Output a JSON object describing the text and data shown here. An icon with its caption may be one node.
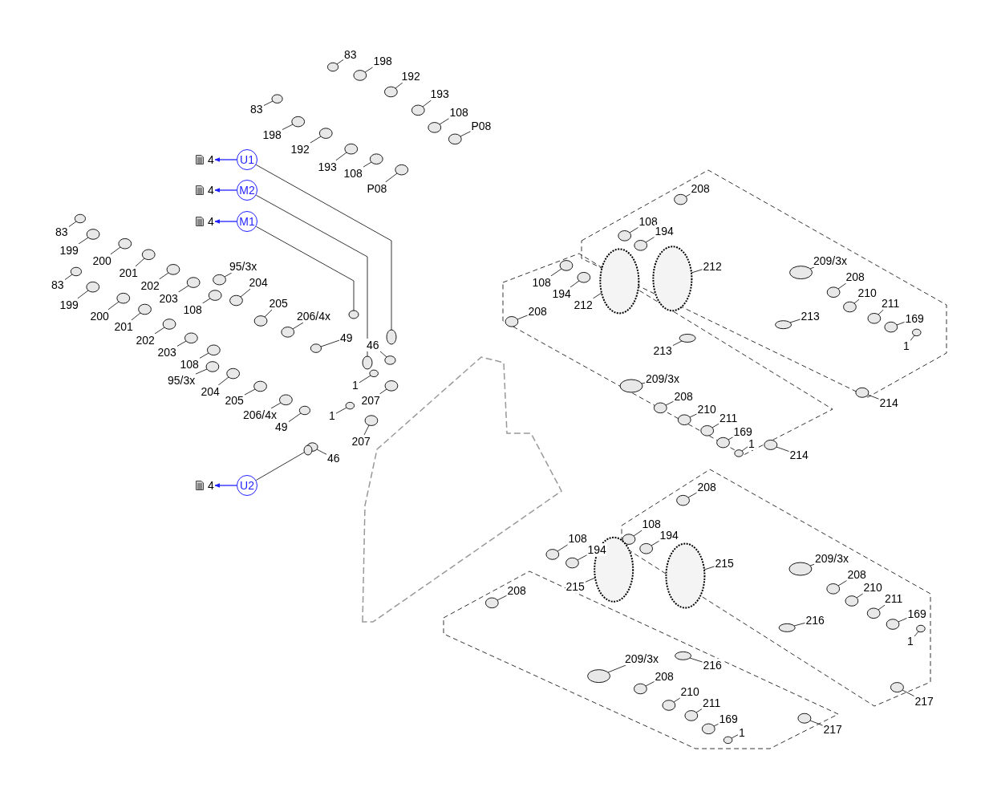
{
  "diagram": {
    "nodes": [
      {
        "text": [
          "83"
        ]
      },
      {
        "text": [
          "198"
        ]
      },
      {
        "text": [
          "192"
        ]
      },
      {
        "text": [
          "193"
        ]
      },
      {
        "text": [
          "108"
        ]
      },
      {
        "text": [
          "P08"
        ]
      },
      {
        "text": [
          "83"
        ]
      },
      {
        "text": [
          "198"
        ]
      },
      {
        "text": [
          "192"
        ]
      },
      {
        "text": [
          "193"
        ]
      },
      {
        "text": [
          "108"
        ]
      },
      {
        "text": [
          "P08"
        ]
      },
      {
        "text": [
          "4"
        ]
      },
      {
        "text": [
          "U1"
        ]
      },
      {
        "text": [
          "4"
        ]
      },
      {
        "text": [
          "M2"
        ]
      },
      {
        "text": [
          "4"
        ]
      },
      {
        "text": [
          "M1"
        ]
      },
      {
        "text": [
          "83"
        ]
      },
      {
        "text": [
          "199"
        ]
      },
      {
        "text": [
          "200"
        ]
      },
      {
        "text": [
          "201"
        ]
      },
      {
        "text": [
          "202"
        ]
      },
      {
        "text": [
          "95/3x"
        ]
      },
      {
        "text": [
          "204"
        ]
      },
      {
        "text": [
          "203"
        ]
      },
      {
        "text": [
          "108"
        ]
      },
      {
        "text": [
          "205"
        ]
      },
      {
        "text": [
          "206/4x"
        ]
      },
      {
        "text": [
          "49"
        ]
      },
      {
        "text": [
          "46"
        ]
      },
      {
        "text": [
          "83"
        ]
      },
      {
        "text": [
          "199"
        ]
      },
      {
        "text": [
          "200"
        ]
      },
      {
        "text": [
          "201"
        ]
      },
      {
        "text": [
          "202"
        ]
      },
      {
        "text": [
          "203"
        ]
      },
      {
        "text": [
          "108"
        ]
      },
      {
        "text": [
          "1"
        ]
      },
      {
        "text": [
          "95/3x"
        ]
      },
      {
        "text": [
          "207"
        ]
      },
      {
        "text": [
          "204"
        ]
      },
      {
        "text": [
          "205"
        ]
      },
      {
        "text": [
          "206/4x"
        ]
      },
      {
        "text": [
          "1"
        ]
      },
      {
        "text": [
          "49"
        ]
      },
      {
        "text": [
          "207"
        ]
      },
      {
        "text": [
          "46"
        ]
      },
      {
        "text": [
          "4"
        ]
      },
      {
        "text": [
          "U2"
        ]
      },
      {
        "text": [
          "208"
        ]
      },
      {
        "text": [
          "108"
        ]
      },
      {
        "text": [
          "194"
        ]
      },
      {
        "text": [
          "209/3x"
        ]
      },
      {
        "text": [
          "212"
        ]
      },
      {
        "text": [
          "208"
        ]
      },
      {
        "text": [
          "108"
        ]
      },
      {
        "text": [
          "194"
        ]
      },
      {
        "text": [
          "210"
        ]
      },
      {
        "text": [
          "211"
        ]
      },
      {
        "text": [
          "212"
        ]
      },
      {
        "text": [
          "208"
        ]
      },
      {
        "text": [
          "213"
        ]
      },
      {
        "text": [
          "169"
        ]
      },
      {
        "text": [
          "1"
        ]
      },
      {
        "text": [
          "213"
        ]
      },
      {
        "text": [
          "209/3x"
        ]
      },
      {
        "text": [
          "208"
        ]
      },
      {
        "text": [
          "214"
        ]
      },
      {
        "text": [
          "210"
        ]
      },
      {
        "text": [
          "211"
        ]
      },
      {
        "text": [
          "169"
        ]
      },
      {
        "text": [
          "1"
        ]
      },
      {
        "text": [
          "214"
        ]
      },
      {
        "text": [
          "208"
        ]
      },
      {
        "text": [
          "108"
        ]
      },
      {
        "text": [
          "194"
        ]
      },
      {
        "text": [
          "108"
        ]
      },
      {
        "text": [
          "194"
        ]
      },
      {
        "text": [
          "209/3x"
        ]
      },
      {
        "text": [
          "215"
        ]
      },
      {
        "text": [
          "215"
        ]
      },
      {
        "text": [
          "208"
        ]
      },
      {
        "text": [
          "208"
        ]
      },
      {
        "text": [
          "210"
        ]
      },
      {
        "text": [
          "211"
        ]
      },
      {
        "text": [
          "169"
        ]
      },
      {
        "text": [
          "216"
        ]
      },
      {
        "text": [
          "1"
        ]
      },
      {
        "text": [
          "209/3x"
        ]
      },
      {
        "text": [
          "216"
        ]
      },
      {
        "text": [
          "208"
        ]
      },
      {
        "text": [
          "210"
        ]
      },
      {
        "text": [
          "211"
        ]
      },
      {
        "text": [
          "217"
        ]
      },
      {
        "text": [
          "169"
        ]
      },
      {
        "text": [
          "217"
        ]
      },
      {
        "text": [
          "1"
        ]
      },
      {
        "text": [],
        "shape": "circle"
      },
      {
        "text": [],
        "shape": "circle"
      },
      {
        "text": [],
        "shape": "circle"
      },
      {
        "text": [],
        "shape": "circle"
      },
      {
        "text": [],
        "shape": "circle"
      },
      {
        "text": [],
        "shape": "circle"
      },
      {
        "text": [],
        "shape": "circle"
      },
      {
        "text": [],
        "shape": "circle"
      },
      {
        "text": [],
        "shape": "circle"
      },
      {
        "text": [],
        "shape": "circle"
      },
      {
        "text": [],
        "shape": "circle"
      },
      {
        "text": [],
        "shape": "circle"
      },
      {
        "text": [],
        "shape": "circle"
      },
      {
        "text": [],
        "shape": "circle"
      },
      {
        "text": [],
        "shape": "circle"
      },
      {
        "text": [],
        "shape": "circle"
      },
      {
        "text": [],
        "shape": "circle"
      },
      {
        "text": [],
        "shape": "circle"
      },
      {
        "text": [],
        "shape": "circle"
      },
      {
        "text": [],
        "shape": "circle"
      },
      {
        "text": [],
        "shape": "circle"
      },
      {
        "text": [],
        "shape": "circle"
      },
      {
        "text": [],
        "shape": "circle"
      },
      {
        "text": [],
        "shape": "circle"
      },
      {
        "text": [],
        "shape": "circle"
      },
      {
        "text": [],
        "shape": "circle"
      },
      {
        "text": [],
        "shape": "circle"
      },
      {
        "text": [],
        "shape": "circle"
      },
      {
        "text": [],
        "shape": "circle"
      },
      {
        "text": [],
        "shape": "circle"
      },
      {
        "text": [],
        "shape": "circle"
      },
      {
        "text": [],
        "shape": "circle"
      },
      {
        "text": [],
        "shape": "circle"
      },
      {
        "text": [],
        "shape": "circle"
      },
      {
        "text": [],
        "shape": "circle"
      },
      {
        "text": [],
        "shape": "circle"
      },
      {
        "text": [],
        "shape": "circle"
      },
      {
        "text": [],
        "shape": "circle"
      },
      {
        "text": [],
        "shape": "circle"
      },
      {
        "text": [],
        "shape": "circle"
      },
      {
        "text": [],
        "shape": "circle"
      },
      {
        "text": [],
        "shape": "circle"
      },
      {
        "text": [],
        "shape": "circle"
      },
      {
        "text": [],
        "shape": "circle"
      },
      {
        "text": [],
        "shape": "circle"
      },
      {
        "text": [],
        "shape": "circle"
      },
      {
        "text": [],
        "shape": "circle"
      },
      {
        "text": [],
        "shape": "circle"
      },
      {
        "text": [],
        "shape": "circle"
      },
      {
        "text": [],
        "shape": "circle"
      },
      {
        "text": [],
        "shape": "circle"
      },
      {
        "text": [],
        "shape": "circle"
      },
      {
        "text": [],
        "shape": "circle"
      },
      {
        "text": [],
        "shape": "circle"
      },
      {
        "text": [],
        "shape": "circle"
      },
      {
        "text": [],
        "shape": "circle"
      },
      {
        "text": [],
        "shape": "circle"
      },
      {
        "text": [],
        "shape": "circle"
      },
      {
        "text": [],
        "shape": "circle"
      },
      {
        "text": [],
        "shape": "circle"
      },
      {
        "text": [],
        "shape": "circle"
      },
      {
        "text": [],
        "shape": "circle"
      },
      {
        "text": [],
        "shape": "circle"
      },
      {
        "text": [],
        "shape": "circle"
      },
      {
        "text": [],
        "shape": "circle"
      },
      {
        "text": [],
        "shape": "circle"
      },
      {
        "text": [],
        "shape": "circle"
      },
      {
        "text": [],
        "shape": "circle"
      },
      {
        "text": [],
        "shape": "circle"
      },
      {
        "text": [],
        "shape": "circle"
      },
      {
        "text": [],
        "shape": "circle"
      },
      {
        "text": [],
        "shape": "circle"
      },
      {
        "text": [],
        "shape": "circle"
      },
      {
        "text": [],
        "shape": "circle"
      },
      {
        "text": [],
        "shape": "circle"
      },
      {
        "text": [],
        "shape": "circle"
      },
      {
        "text": [],
        "shape": "circle"
      },
      {
        "text": [],
        "shape": "circle"
      },
      {
        "text": [],
        "shape": "circle"
      },
      {
        "text": [],
        "shape": "circle"
      },
      {
        "text": [],
        "shape": "circle"
      },
      {
        "text": [],
        "shape": "circle"
      },
      {
        "text": [],
        "shape": "circle"
      },
      {
        "text": [],
        "shape": "circle"
      },
      {
        "text": [],
        "shape": "circle"
      },
      {
        "text": [],
        "shape": "circle"
      },
      {
        "text": [],
        "shape": "circle"
      },
      {
        "text": [],
        "shape": "circle"
      },
      {
        "text": [],
        "shape": "circle"
      },
      {
        "text": [],
        "shape": "circle"
      },
      {
        "text": [],
        "shape": "circle"
      },
      {
        "text": [],
        "shape": "circle"
      },
      {
        "text": [],
        "shape": "circle"
      },
      {
        "text": [],
        "shape": "circle"
      }
    ],
    "edges": [
      {
        "from": 0,
        "to": 98,
        "arrow": "none"
      },
      {
        "from": 1,
        "to": 99,
        "arrow": "none"
      },
      {
        "from": 2,
        "to": 100,
        "arrow": "none"
      },
      {
        "from": 3,
        "to": 101,
        "arrow": "none"
      },
      {
        "from": 4,
        "to": 102,
        "arrow": "none"
      },
      {
        "from": 5,
        "to": 103,
        "arrow": "none"
      },
      {
        "from": 6,
        "to": 104,
        "arrow": "none"
      },
      {
        "from": 7,
        "to": 105,
        "arrow": "none"
      },
      {
        "from": 8,
        "to": 106,
        "arrow": "none"
      },
      {
        "from": 9,
        "to": 107,
        "arrow": "none"
      },
      {
        "from": 10,
        "to": 108,
        "arrow": "none"
      },
      {
        "from": 11,
        "to": 109,
        "arrow": "none"
      },
      {
        "from": 13,
        "to": 12,
        "arrow": "to",
        "color": "#1f1fff"
      },
      {
        "from": 13,
        "to": 188,
        "arrow": "none"
      },
      {
        "from": 15,
        "to": 14,
        "arrow": "to",
        "color": "#1f1fff"
      },
      {
        "from": 15,
        "to": 189,
        "arrow": "none"
      },
      {
        "from": 17,
        "to": 16,
        "arrow": "to",
        "color": "#1f1fff"
      },
      {
        "from": 17,
        "to": 190,
        "arrow": "none"
      },
      {
        "from": 18,
        "to": 110,
        "arrow": "none"
      },
      {
        "from": 19,
        "to": 111,
        "arrow": "none"
      },
      {
        "from": 20,
        "to": 112,
        "arrow": "none"
      },
      {
        "from": 21,
        "to": 113,
        "arrow": "none"
      },
      {
        "from": 22,
        "to": 114,
        "arrow": "none"
      },
      {
        "from": 23,
        "to": 115,
        "arrow": "none"
      },
      {
        "from": 24,
        "to": 116,
        "arrow": "none"
      },
      {
        "from": 25,
        "to": 117,
        "arrow": "none"
      },
      {
        "from": 26,
        "to": 118,
        "arrow": "none"
      },
      {
        "from": 27,
        "to": 119,
        "arrow": "none"
      },
      {
        "from": 28,
        "to": 120,
        "arrow": "none"
      },
      {
        "from": 29,
        "to": 121,
        "arrow": "none"
      },
      {
        "from": 30,
        "to": 122,
        "arrow": "none"
      },
      {
        "from": 31,
        "to": 123,
        "arrow": "none"
      },
      {
        "from": 32,
        "to": 124,
        "arrow": "none"
      },
      {
        "from": 33,
        "to": 125,
        "arrow": "none"
      },
      {
        "from": 34,
        "to": 126,
        "arrow": "none"
      },
      {
        "from": 35,
        "to": 127,
        "arrow": "none"
      },
      {
        "from": 36,
        "to": 128,
        "arrow": "none"
      },
      {
        "from": 37,
        "to": 129,
        "arrow": "none"
      },
      {
        "from": 38,
        "to": 130,
        "arrow": "none"
      },
      {
        "from": 39,
        "to": 131,
        "arrow": "none"
      },
      {
        "from": 40,
        "to": 132,
        "arrow": "none"
      },
      {
        "from": 41,
        "to": 133,
        "arrow": "none"
      },
      {
        "from": 42,
        "to": 134,
        "arrow": "none"
      },
      {
        "from": 43,
        "to": 135,
        "arrow": "none"
      },
      {
        "from": 44,
        "to": 136,
        "arrow": "none"
      },
      {
        "from": 45,
        "to": 137,
        "arrow": "none"
      },
      {
        "from": 46,
        "to": 138,
        "arrow": "none"
      },
      {
        "from": 47,
        "to": 139,
        "arrow": "none"
      },
      {
        "from": 49,
        "to": 48,
        "arrow": "to",
        "color": "#1f1fff"
      },
      {
        "from": 49,
        "to": 191,
        "arrow": "none"
      },
      {
        "from": 50,
        "to": 140,
        "arrow": "none"
      },
      {
        "from": 51,
        "to": 141,
        "arrow": "none"
      },
      {
        "from": 52,
        "to": 142,
        "arrow": "none"
      },
      {
        "from": 53,
        "to": 143,
        "arrow": "none"
      },
      {
        "from": 54,
        "to": 144,
        "arrow": "none"
      },
      {
        "from": 55,
        "to": 145,
        "arrow": "none"
      },
      {
        "from": 56,
        "to": 146,
        "arrow": "none"
      },
      {
        "from": 57,
        "to": 147,
        "arrow": "none"
      },
      {
        "from": 58,
        "to": 148,
        "arrow": "none"
      },
      {
        "from": 59,
        "to": 149,
        "arrow": "none"
      },
      {
        "from": 60,
        "to": 150,
        "arrow": "none"
      },
      {
        "from": 61,
        "to": 151,
        "arrow": "none"
      },
      {
        "from": 62,
        "to": 152,
        "arrow": "none"
      },
      {
        "from": 63,
        "to": 153,
        "arrow": "none"
      },
      {
        "from": 64,
        "to": 154,
        "arrow": "none"
      },
      {
        "from": 65,
        "to": 155,
        "arrow": "none"
      },
      {
        "from": 66,
        "to": 156,
        "arrow": "none"
      },
      {
        "from": 67,
        "to": 157,
        "arrow": "none"
      },
      {
        "from": 68,
        "to": 158,
        "arrow": "none"
      },
      {
        "from": 69,
        "to": 159,
        "arrow": "none"
      },
      {
        "from": 70,
        "to": 160,
        "arrow": "none"
      },
      {
        "from": 71,
        "to": 161,
        "arrow": "none"
      },
      {
        "from": 72,
        "to": 162,
        "arrow": "none"
      },
      {
        "from": 73,
        "to": 163,
        "arrow": "none"
      },
      {
        "from": 74,
        "to": 164,
        "arrow": "none"
      },
      {
        "from": 75,
        "to": 165,
        "arrow": "none"
      },
      {
        "from": 76,
        "to": 166,
        "arrow": "none"
      },
      {
        "from": 77,
        "to": 167,
        "arrow": "none"
      },
      {
        "from": 78,
        "to": 168,
        "arrow": "none"
      },
      {
        "from": 79,
        "to": 169,
        "arrow": "none"
      },
      {
        "from": 80,
        "to": 170,
        "arrow": "none"
      },
      {
        "from": 81,
        "to": 171,
        "arrow": "none"
      },
      {
        "from": 82,
        "to": 172,
        "arrow": "none"
      },
      {
        "from": 83,
        "to": 173,
        "arrow": "none"
      },
      {
        "from": 84,
        "to": 174,
        "arrow": "none"
      },
      {
        "from": 85,
        "to": 175,
        "arrow": "none"
      },
      {
        "from": 86,
        "to": 176,
        "arrow": "none"
      },
      {
        "from": 87,
        "to": 177,
        "arrow": "none"
      },
      {
        "from": 88,
        "to": 178,
        "arrow": "none"
      },
      {
        "from": 89,
        "to": 179,
        "arrow": "none"
      },
      {
        "from": 90,
        "to": 180,
        "arrow": "none"
      },
      {
        "from": 91,
        "to": 181,
        "arrow": "none"
      },
      {
        "from": 92,
        "to": 182,
        "arrow": "none"
      },
      {
        "from": 93,
        "to": 183,
        "arrow": "none"
      },
      {
        "from": 94,
        "to": 184,
        "arrow": "none"
      },
      {
        "from": 95,
        "to": 185,
        "arrow": "none"
      },
      {
        "from": 96,
        "to": 186,
        "arrow": "none"
      },
      {
        "from": 97,
        "to": 187,
        "arrow": "none"
      }
    ]
  }
}
